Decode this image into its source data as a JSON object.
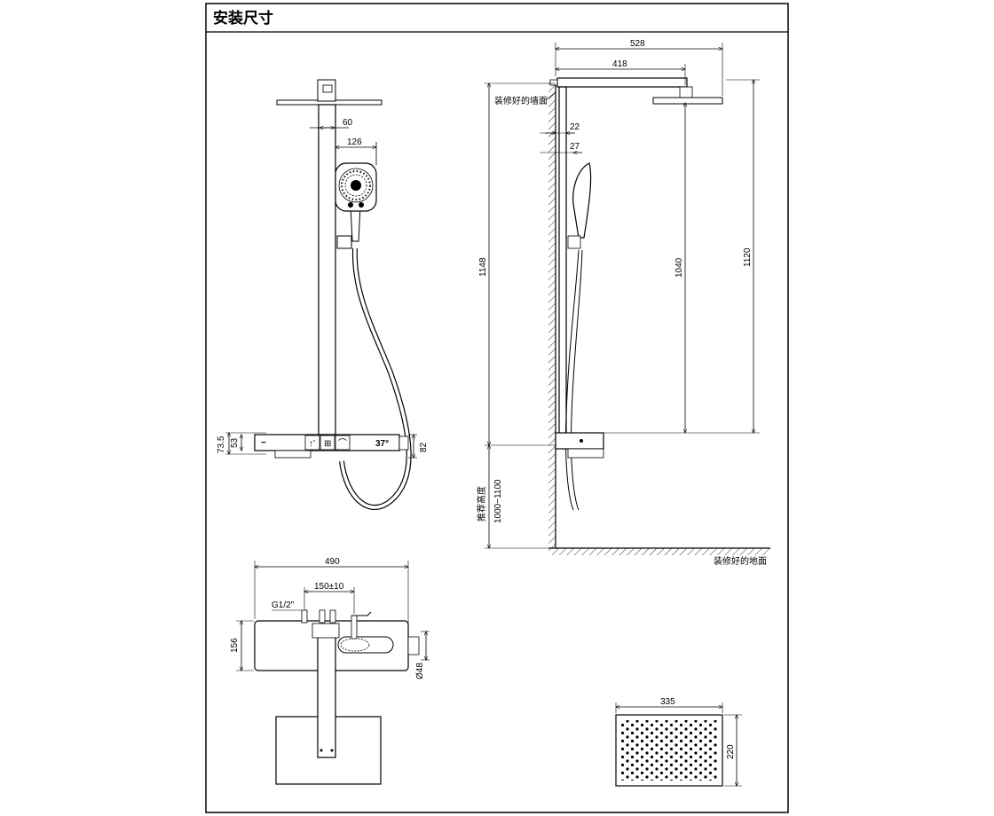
{
  "header": {
    "title": "安装尺寸"
  },
  "front_view": {
    "dims": {
      "d60": "60",
      "d126": "126",
      "d73_5": "73.5",
      "d53": "53",
      "d82": "82"
    },
    "panel": {
      "temperature": "37°"
    }
  },
  "side_view": {
    "dims": {
      "d528": "528",
      "d418": "418",
      "d22": "22",
      "d27": "27",
      "d1148": "1148",
      "d1040": "1040",
      "d1120": "1120",
      "d1000_1100": "1000~1100"
    },
    "labels": {
      "wall": "装修好的墙面",
      "floor": "装修好的地面",
      "recommended_height": "推荐高度"
    }
  },
  "top_view": {
    "dims": {
      "d490": "490",
      "d150": "150±10",
      "g12": "G1/2\"",
      "d156": "156",
      "d48": "Ø48"
    }
  },
  "head_plate": {
    "dims": {
      "d335": "335",
      "d220": "220"
    }
  }
}
